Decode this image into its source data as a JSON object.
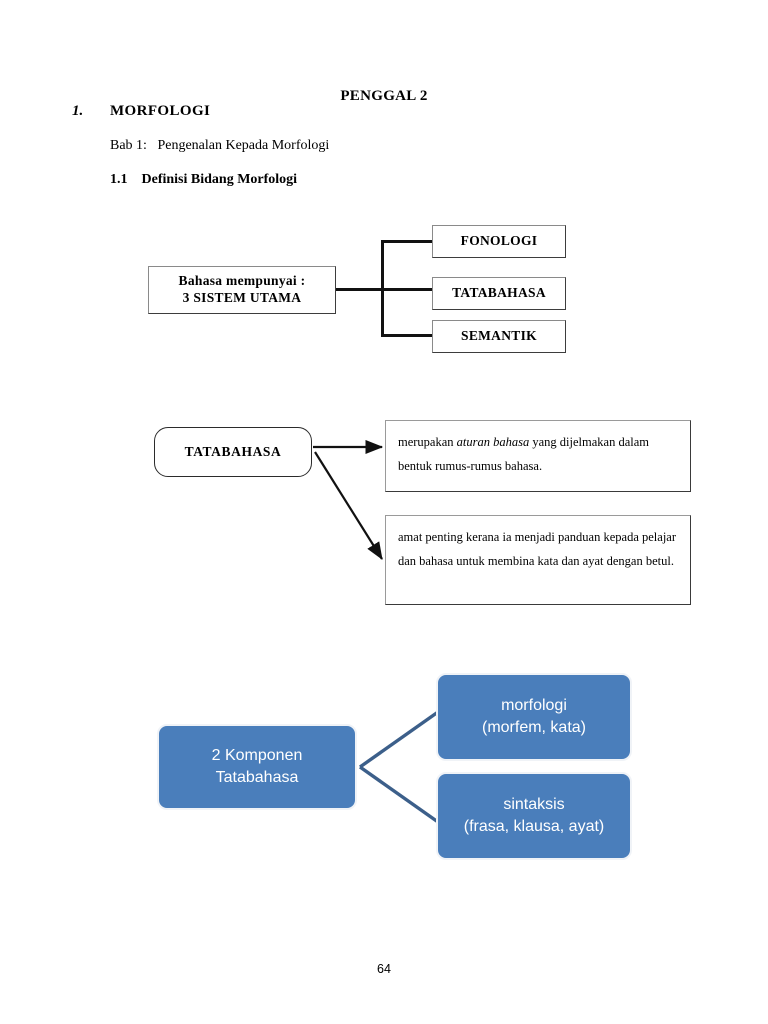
{
  "document": {
    "header_title": "PENGGAL 2",
    "section_number": "1.",
    "section_title": "MORFOLOGI",
    "chapter_line": "Bab 1:   Pengenalan Kepada Morfologi",
    "subsection": "1.1    Definisi Bidang Morfologi",
    "page_number": "64"
  },
  "figure1": {
    "root_line1": "Bahasa mempunyai :",
    "root_line2": "3 SISTEM UTAMA",
    "branches": [
      {
        "label": "FONOLOGI"
      },
      {
        "label": "TATABAHASA"
      },
      {
        "label": "SEMANTIK"
      }
    ]
  },
  "figure2": {
    "source_label": "TATABAHASA",
    "notes": [
      {
        "part1": "merupakan ",
        "emphasis": "aturan bahasa",
        "part2": " yang dijelmakan dalam bentuk rumus-rumus bahasa."
      },
      {
        "text": "amat penting kerana ia menjadi panduan kepada pelajar dan bahasa untuk membina kata dan ayat dengan betul."
      }
    ]
  },
  "figure3": {
    "root_line1": "2 Komponen",
    "root_line2": "Tatabahasa",
    "children": [
      {
        "line1": "morfologi",
        "line2": "(morfem, kata)"
      },
      {
        "line1": "sintaksis",
        "line2": "(frasa, klausa, ayat)"
      }
    ],
    "colors": {
      "box_fill": "#4A7EBB",
      "box_border": "#f0f3f7",
      "connector": "#3C5F8A",
      "text": "#ffffff"
    }
  }
}
